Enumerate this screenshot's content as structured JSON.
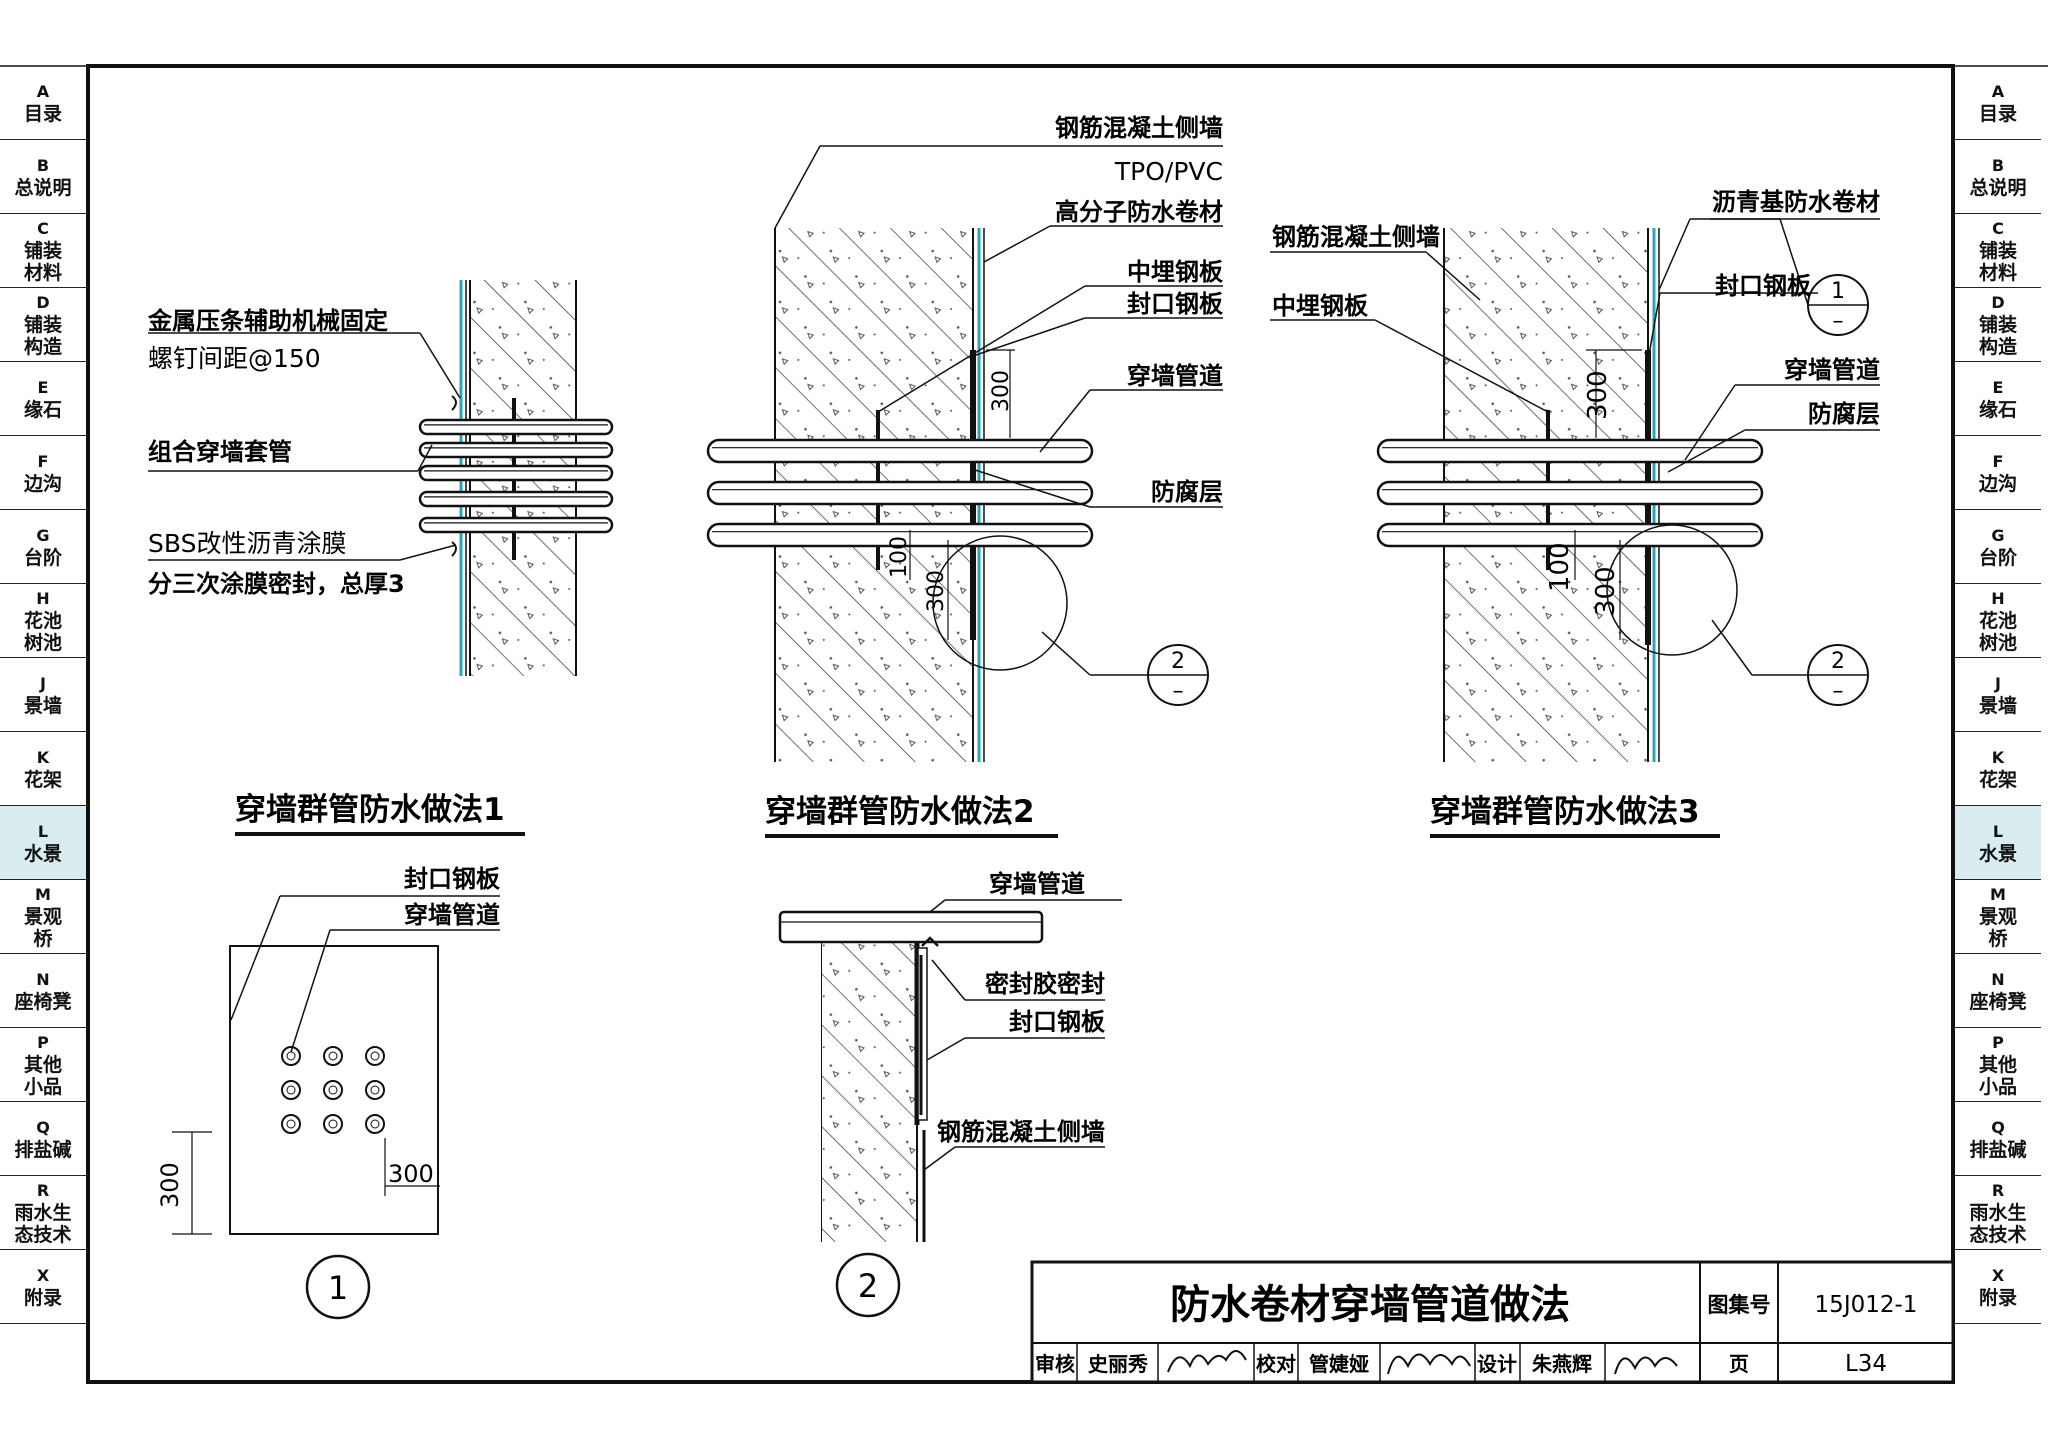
{
  "side_tabs": [
    {
      "code": "A",
      "lines": [
        "目录"
      ],
      "active": false
    },
    {
      "code": "B",
      "lines": [
        "总说明"
      ],
      "active": false
    },
    {
      "code": "C",
      "lines": [
        "铺装",
        "材料"
      ],
      "active": false
    },
    {
      "code": "D",
      "lines": [
        "铺装",
        "构造"
      ],
      "active": false
    },
    {
      "code": "E",
      "lines": [
        "缘石"
      ],
      "active": false
    },
    {
      "code": "F",
      "lines": [
        "边沟"
      ],
      "active": false
    },
    {
      "code": "G",
      "lines": [
        "台阶"
      ],
      "active": false
    },
    {
      "code": "H",
      "lines": [
        "花池",
        "树池"
      ],
      "active": false
    },
    {
      "code": "J",
      "lines": [
        "景墙"
      ],
      "active": false
    },
    {
      "code": "K",
      "lines": [
        "花架"
      ],
      "active": false
    },
    {
      "code": "L",
      "lines": [
        "水景"
      ],
      "active": true
    },
    {
      "code": "M",
      "lines": [
        "景观",
        "桥"
      ],
      "active": false
    },
    {
      "code": "N",
      "lines": [
        "座椅凳"
      ],
      "active": false
    },
    {
      "code": "P",
      "lines": [
        "其他",
        "小品"
      ],
      "active": false
    },
    {
      "code": "Q",
      "lines": [
        "排盐碱"
      ],
      "active": false
    },
    {
      "code": "R",
      "lines": [
        "雨水生",
        "态技术"
      ],
      "active": false
    },
    {
      "code": "X",
      "lines": [
        "附录"
      ],
      "active": false
    }
  ],
  "detail1": {
    "title": "穿墙群管防水做法1",
    "labels": {
      "strip_line1": "金属压条辅助机械固定",
      "strip_line2": "螺钉间距@150",
      "sleeve": "组合穿墙套管",
      "coating_line1": "SBS改性沥青涂膜",
      "coating_line2": "分三次涂膜密封，总厚3"
    }
  },
  "detail2": {
    "title": "穿墙群管防水做法2",
    "labels": {
      "wall": "钢筋混凝土侧墙",
      "tpo": "TPO/PVC",
      "membrane": "高分子防水卷材",
      "embedded_plate": "中埋钢板",
      "seal_plate": "封口钢板",
      "pipe": "穿墙管道",
      "anticorrosion": "防腐层"
    },
    "dims": {
      "top": "300",
      "gap": "100",
      "bottom": "300"
    },
    "ref": {
      "num": "2",
      "dash": "–"
    }
  },
  "detail3": {
    "title": "穿墙群管防水做法3",
    "labels": {
      "membrane": "沥青基防水卷材",
      "wall": "钢筋混凝土侧墙",
      "embedded_plate": "中埋钢板",
      "seal_plate": "封口钢板",
      "pipe": "穿墙管道",
      "anticorrosion": "防腐层"
    },
    "dims": {
      "top": "300",
      "gap": "100",
      "bottom": "300"
    },
    "ref1": {
      "num": "1",
      "dash": "–"
    },
    "ref2": {
      "num": "2",
      "dash": "–"
    }
  },
  "elevation1": {
    "labels": {
      "seal_plate": "封口钢板",
      "pipe": "穿墙管道"
    },
    "dims": {
      "vertical": "300",
      "horizontal": "300"
    },
    "marker": "1"
  },
  "section2": {
    "labels": {
      "pipe": "穿墙管道",
      "sealant": "密封胶密封",
      "seal_plate": "封口钢板",
      "wall": "钢筋混凝土侧墙"
    },
    "marker": "2"
  },
  "title_block": {
    "title": "防水卷材穿墙管道做法",
    "atlas_label": "图集号",
    "atlas_no": "15J012-1",
    "review_label": "审核",
    "reviewer": "史丽秀",
    "check_label": "校对",
    "checker": "管婕娅",
    "design_label": "设计",
    "designer": "朱燕辉",
    "page_label": "页",
    "page_no": "L34"
  },
  "colors": {
    "line": "#111111",
    "membrane": "#2aa7b5",
    "active_tab": "#d9ecef"
  }
}
